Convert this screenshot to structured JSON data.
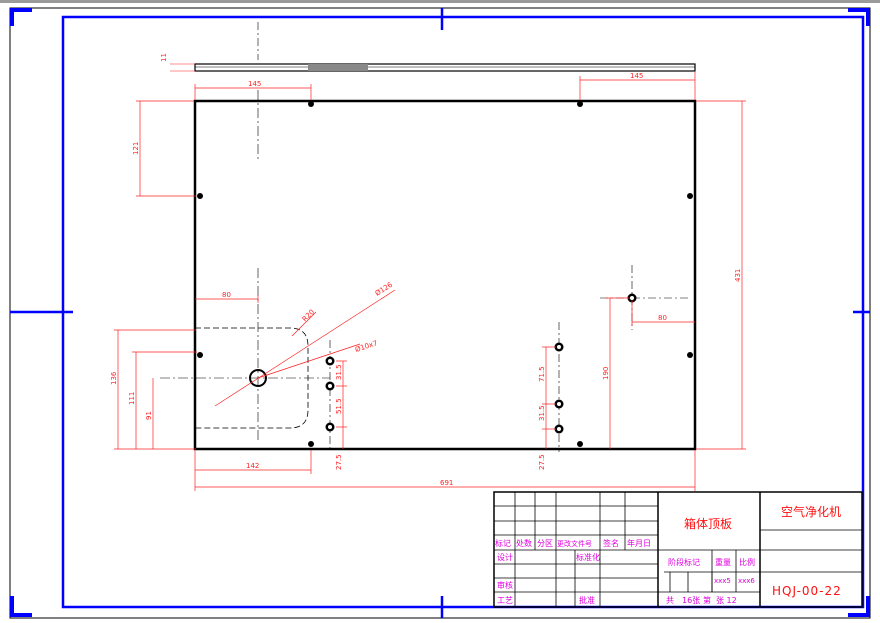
{
  "title_block": {
    "part_name": "箱体顶板",
    "product_name": "空气净化机",
    "drawing_no": "HQJ-00-22",
    "row_labels": [
      "标记",
      "处数",
      "分区",
      "更改文件号",
      "签名",
      "年月日"
    ],
    "design_label": "设计",
    "standardize_label": "标准化",
    "review_label": "审核",
    "process_label": "工艺",
    "approve_label": "批准",
    "stage_mark_label": "阶段标记",
    "weight_label": "重量",
    "scale_label": "比例",
    "weight_value": "xxx5",
    "scale_value": "xxx6",
    "total_sheets_label": "共",
    "total_sheets": "16张",
    "sheet_label": "第",
    "sheet_no": "张 12"
  },
  "dimensions": {
    "thickness": "11",
    "top_left_x": "145",
    "top_right_x": "145",
    "left_hole_y": "121",
    "overall_height": "431",
    "overall_width": "691",
    "cutout_width": "80",
    "cutout_radius": "R20",
    "hole_pitch_dia": "Ø126",
    "hole_spec": "Ø10x7",
    "right_cutout_width": "80",
    "right_cutout_height": "190",
    "left_total": "136",
    "left_mid": "111",
    "left_small": "91",
    "bottom_142": "142",
    "v_31_5_a": "31.5",
    "v_51_5": "51.5",
    "v_27_5_a": "27.5",
    "v_71_5": "71.5",
    "v_31_5_b": "31.5",
    "v_27_5_b": "27.5"
  }
}
